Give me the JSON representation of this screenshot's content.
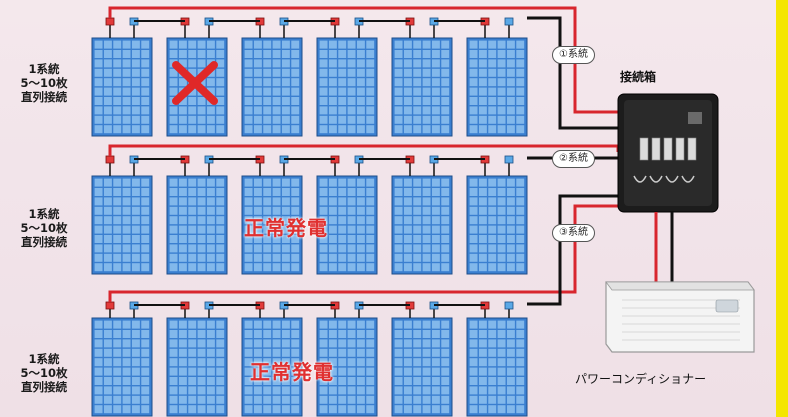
{
  "rows": [
    {
      "label_lines": [
        "1系統",
        "5～10枚",
        "直列接続"
      ],
      "panels": 6,
      "failed_panel": 2,
      "status": "",
      "circuit": "①系統"
    },
    {
      "label_lines": [
        "1系統",
        "5～10枚",
        "直列接続"
      ],
      "panels": 6,
      "failed_panel": 0,
      "status": "正常発電",
      "circuit": "②系統"
    },
    {
      "label_lines": [
        "1系統",
        "5～10枚",
        "直列接続"
      ],
      "panels": 6,
      "failed_panel": 0,
      "status": "正常発電",
      "circuit": "③系統"
    }
  ],
  "junction_box": {
    "title": "接続箱"
  },
  "power_conditioner": {
    "label": "パワーコンディショナー"
  },
  "colors": {
    "panel_fill": "#3a7fd0",
    "panel_cell": "#8fc2f0",
    "wire_red": "#d8262e",
    "wire_black": "#111111",
    "status_red": "#e03030",
    "accent_yellow": "#f4e600",
    "junction_box": "#1c1c1c"
  },
  "icons": [
    "solar-panel-icon",
    "cross-mark-icon",
    "junction-box-icon",
    "power-conditioner-icon"
  ]
}
